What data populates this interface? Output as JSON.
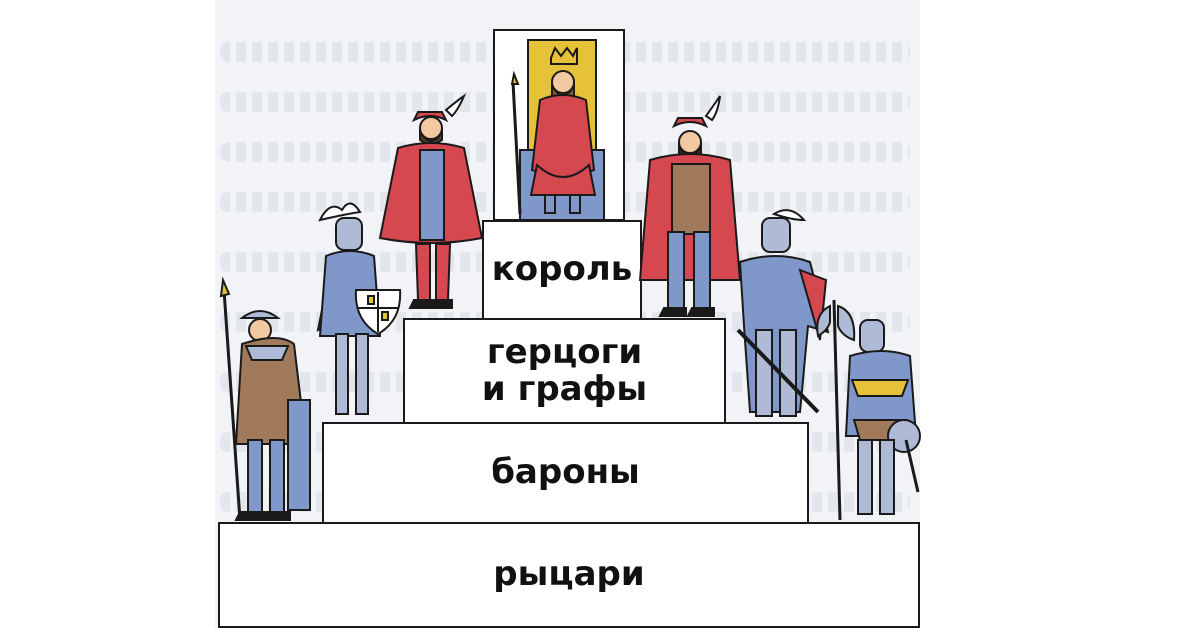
{
  "pyramid": {
    "tiers": [
      {
        "label": "король"
      },
      {
        "label": "герцоги\nи графы"
      },
      {
        "label": "бароны"
      },
      {
        "label": "рыцари"
      }
    ]
  },
  "colors": {
    "outline": "#1a1a1a",
    "royal_red": "#d5484f",
    "armor_blue": "#7f97c9",
    "gold": "#e6c23a",
    "tunic_brown": "#a07a5a",
    "background": "#f1f3f6"
  },
  "figures": [
    {
      "icon": "king-on-throne-icon"
    },
    {
      "icon": "duke-left-icon"
    },
    {
      "icon": "duke-right-icon"
    },
    {
      "icon": "baron-knight-left-icon"
    },
    {
      "icon": "baron-knight-right-icon"
    },
    {
      "icon": "knight-spearman-left-icon"
    },
    {
      "icon": "knight-axeman-right-icon"
    }
  ]
}
